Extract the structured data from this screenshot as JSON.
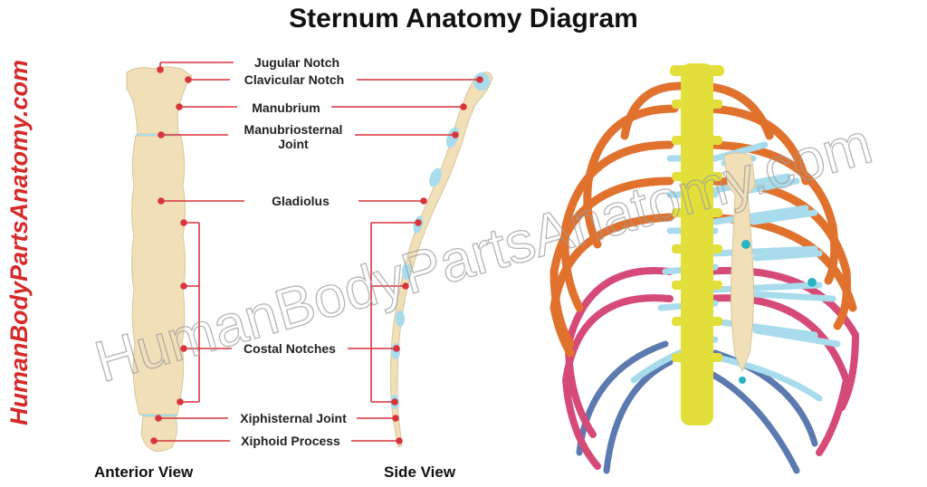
{
  "title": "Sternum Anatomy Diagram",
  "side_brand": "HumanBodyPartsAnatomy.com",
  "watermark": "HumanBodyPartsAnatomy.com",
  "labels": {
    "jugular_notch": "Jugular Notch",
    "clavicular_notch": "Clavicular Notch",
    "manubrium": "Manubrium",
    "manubriosternal_line1": "Manubriosternal",
    "manubriosternal_line2": "Joint",
    "gladiolus": "Gladiolus",
    "costal_notches": "Costal Notches",
    "xiphisternal_joint": "Xiphisternal Joint",
    "xiphoid_process": "Xiphoid Process"
  },
  "views": {
    "anterior": "Anterior View",
    "side": "Side View"
  },
  "colors": {
    "bone": "#f1dfb8",
    "cartilage": "#a8dced",
    "leader_line": "#d8343c",
    "rib_upper": "#e0722e",
    "rib_lower": "#d64a78",
    "rib_floating": "#5c79b0",
    "spine": "#e3df3a",
    "brand_red": "#d62a2a"
  }
}
